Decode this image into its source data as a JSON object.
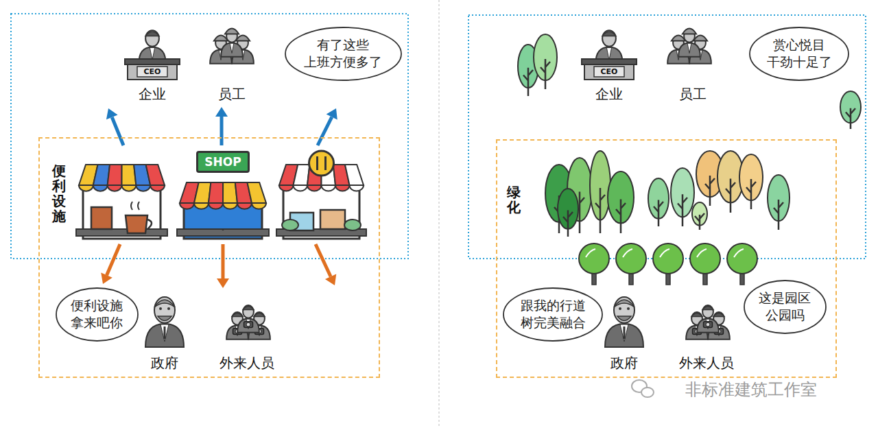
{
  "diagram": {
    "nodes": [
      {
        "text": [
          "便利设施"
        ]
      },
      {
        "text": [
          "有了这些 上班方便多了"
        ]
      },
      {
        "text": [
          "便利设施 拿来吧你"
        ],
        "in": 0
      },
      {
        "text": [
          "SHOP"
        ],
        "in": 0
      },
      {
        "text": [
          "绿化"
        ]
      },
      {
        "text": [
          "赏心悦目 干劲十足了"
        ]
      },
      {
        "text": [
          "跟我的行道 树完美融合"
        ],
        "in": 4
      },
      {
        "text": [
          "这是园区 公园吗"
        ],
        "in": 4
      }
    ],
    "labels": [
      "CEO",
      "企业",
      "员工",
      "政府",
      "外来人员",
      "CEO",
      "企业",
      "员工",
      "政府",
      "外来人员",
      "非标准建筑工作室"
    ]
  }
}
